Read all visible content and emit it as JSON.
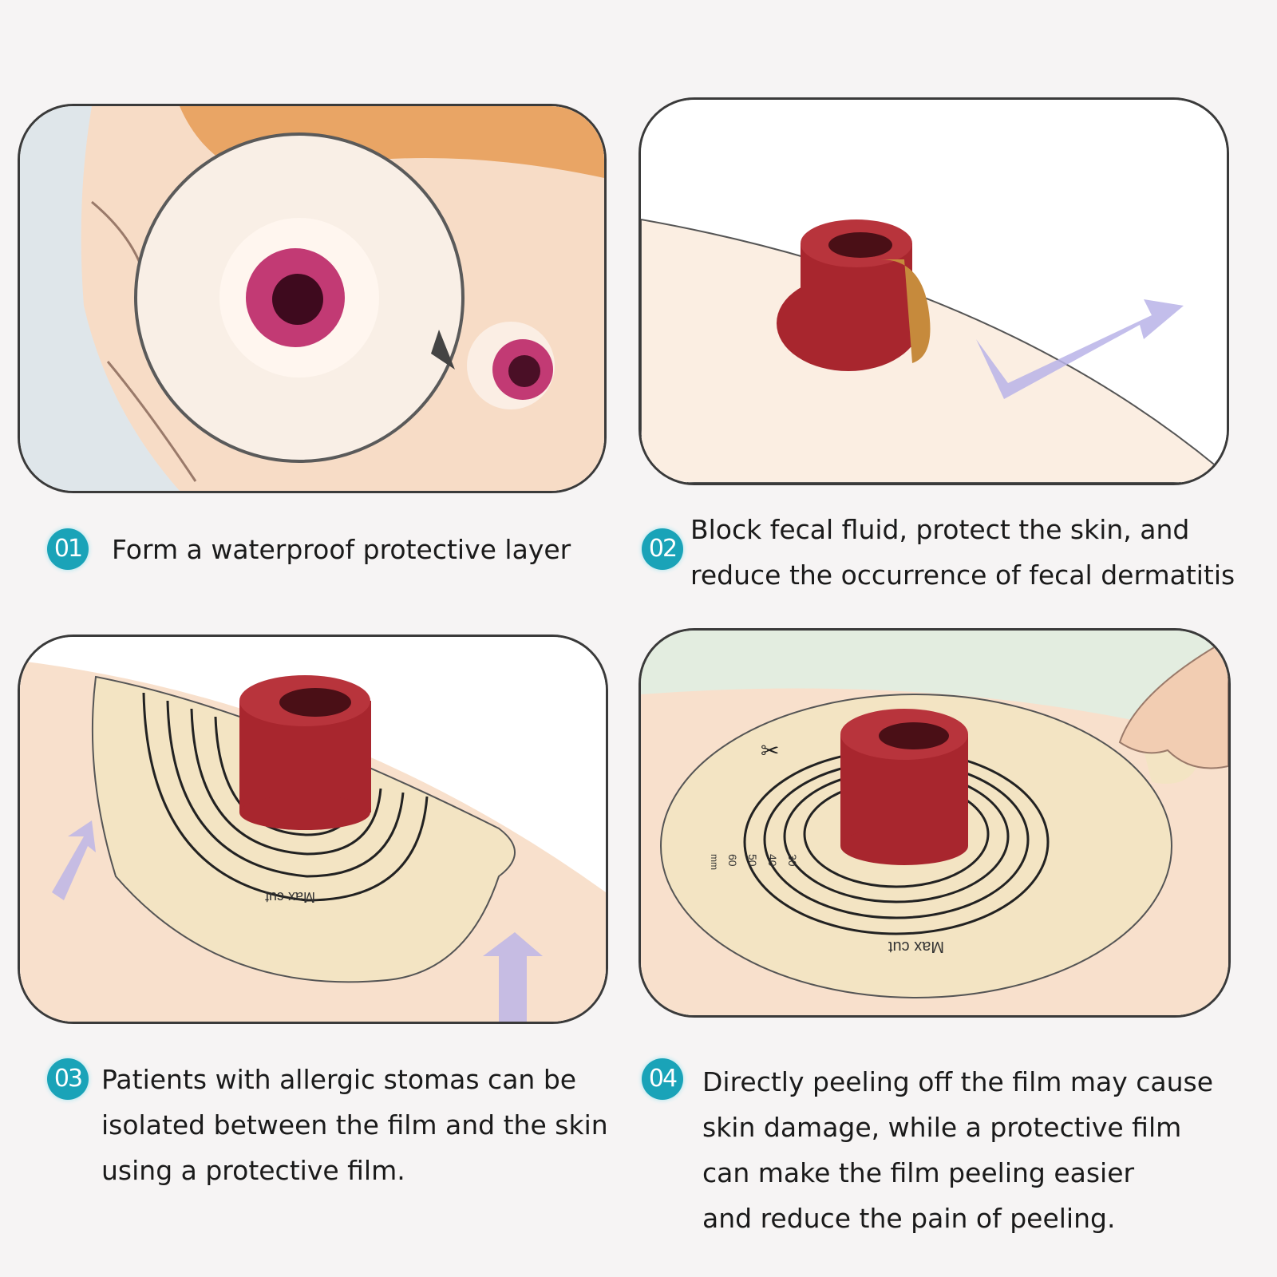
{
  "steps": [
    {
      "number": "01",
      "lines": [
        "Form a waterproof protective layer"
      ]
    },
    {
      "number": "02",
      "lines": [
        "Block fecal fluid, protect the skin, and",
        "reduce the occurrence of fecal dermatitis"
      ]
    },
    {
      "number": "03",
      "lines": [
        "Patients with allergic stomas can be",
        "isolated between the film and the skin",
        "using a protective film."
      ]
    },
    {
      "number": "04",
      "lines": [
        "Directly peeling off the film may cause",
        "skin damage, while a protective film",
        "can make the film peeling easier",
        "and reduce the pain of peeling."
      ]
    }
  ],
  "wafer": {
    "label": "Max cut",
    "unit": "mm",
    "sizes": [
      "30",
      "40",
      "50",
      "60"
    ]
  },
  "colors": {
    "badge": "#1aa3b8",
    "stoma": "#a8262e",
    "wafer": "#f3e4c3",
    "skin": "#f8e2d0",
    "arrow": "#b9b3e8"
  }
}
